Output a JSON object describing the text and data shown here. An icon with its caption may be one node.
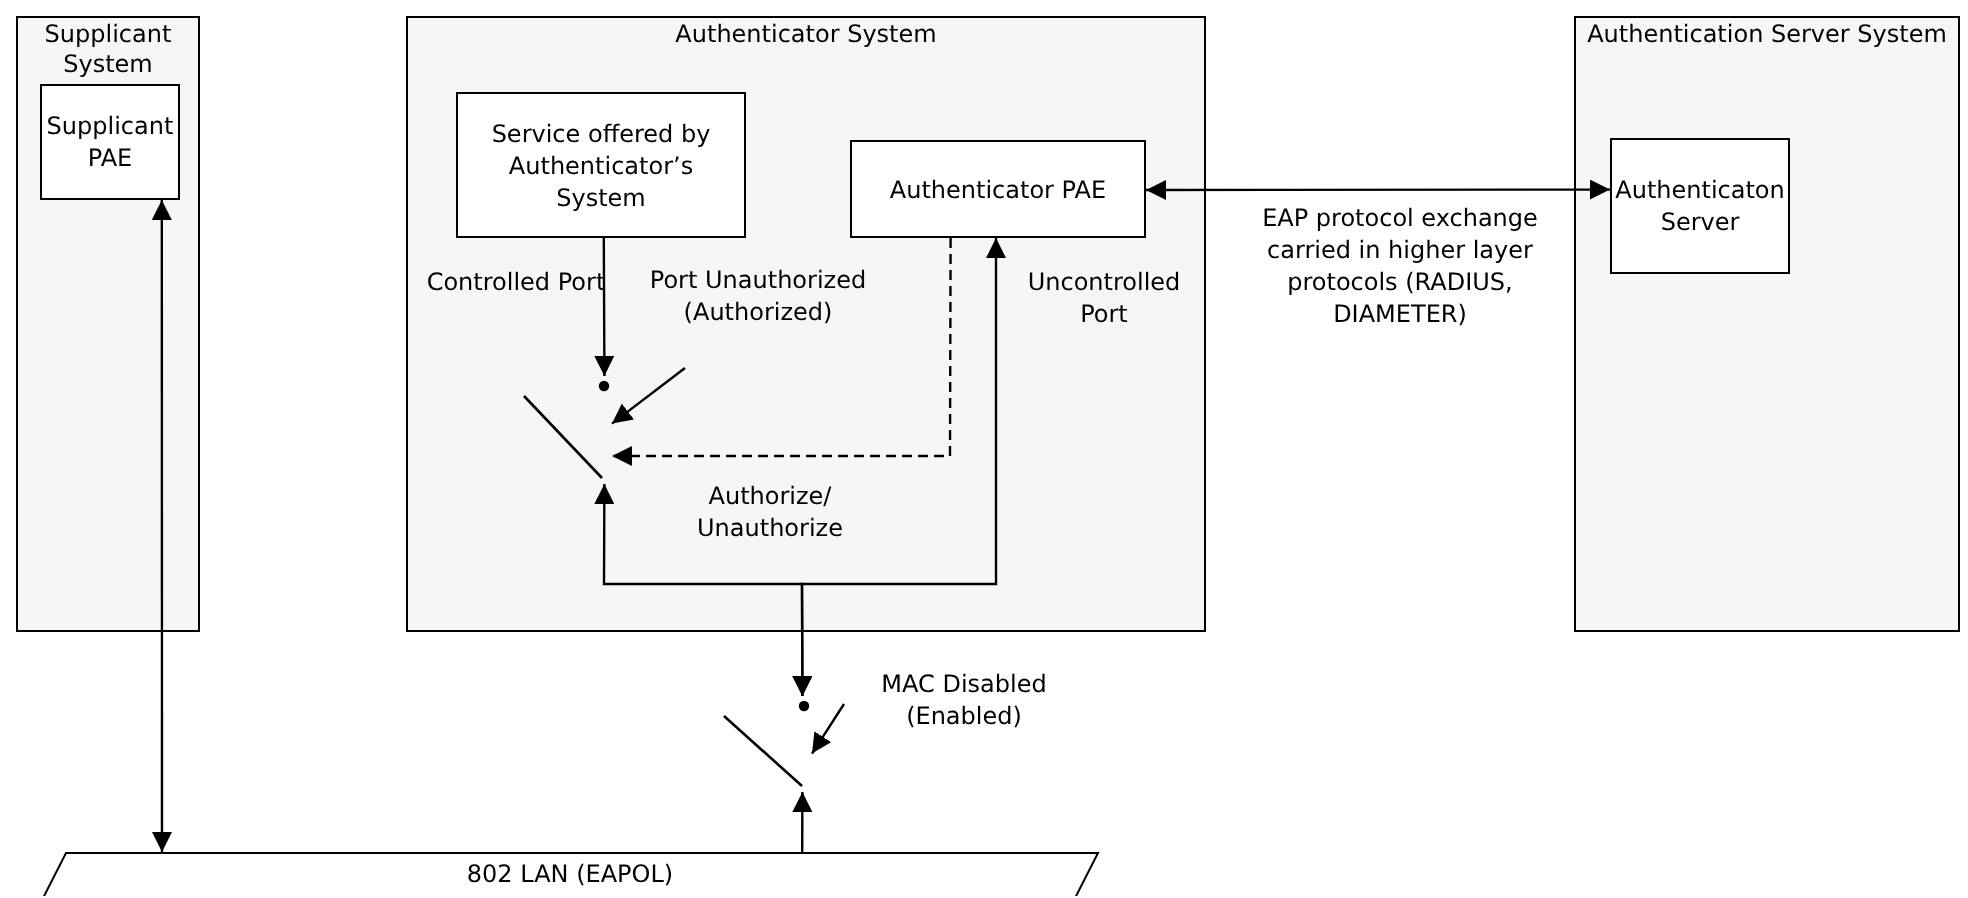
{
  "diagram": {
    "nodes": [
      {
        "text": [
          "Supplicant System"
        ]
      },
      {
        "text": [
          "Supplicant PAE"
        ],
        "in": 0
      },
      {
        "text": [
          "Authenticator System"
        ]
      },
      {
        "text": [
          "Service offered by Authenticator’s System"
        ],
        "in": 2
      },
      {
        "text": [
          "Authenticator PAE"
        ],
        "in": 2
      },
      {
        "text": [
          "Authentication Server System"
        ]
      },
      {
        "text": [
          "Authenticaton Server"
        ],
        "in": 5
      },
      {
        "text": [],
        "shape": "switch",
        "in": 2
      },
      {
        "text": [
          "Port Unauthorized (Authorized)"
        ],
        "in": 2
      },
      {
        "text": [],
        "shape": "switch"
      },
      {
        "text": [
          "MAC Disabled (Enabled)"
        ]
      },
      {
        "text": [
          "802 LAN (EAPOL)"
        ]
      }
    ],
    "edges": [
      {
        "from": 3,
        "to": 7,
        "arrow": "to",
        "label": "Controlled Port"
      },
      {
        "from": 8,
        "to": 7,
        "arrow": "to"
      },
      {
        "from": 4,
        "to": 7,
        "arrow": "to",
        "style": "dashed",
        "label": "Authorize/ Unauthorize"
      },
      {
        "from": 7,
        "to": 9,
        "arrow": "both"
      },
      {
        "from": 4,
        "to": 9,
        "arrow": "both",
        "label": "Uncontrolled Port"
      },
      {
        "from": 11,
        "to": 9,
        "arrow": "to"
      },
      {
        "from": 10,
        "to": 9,
        "arrow": "to"
      },
      {
        "from": 1,
        "to": 11,
        "arrow": "both"
      },
      {
        "from": 4,
        "to": 6,
        "arrow": "both",
        "label": "EAP protocol exchange carried in higher layer protocols (RADIUS, DIAMETER)"
      }
    ]
  }
}
